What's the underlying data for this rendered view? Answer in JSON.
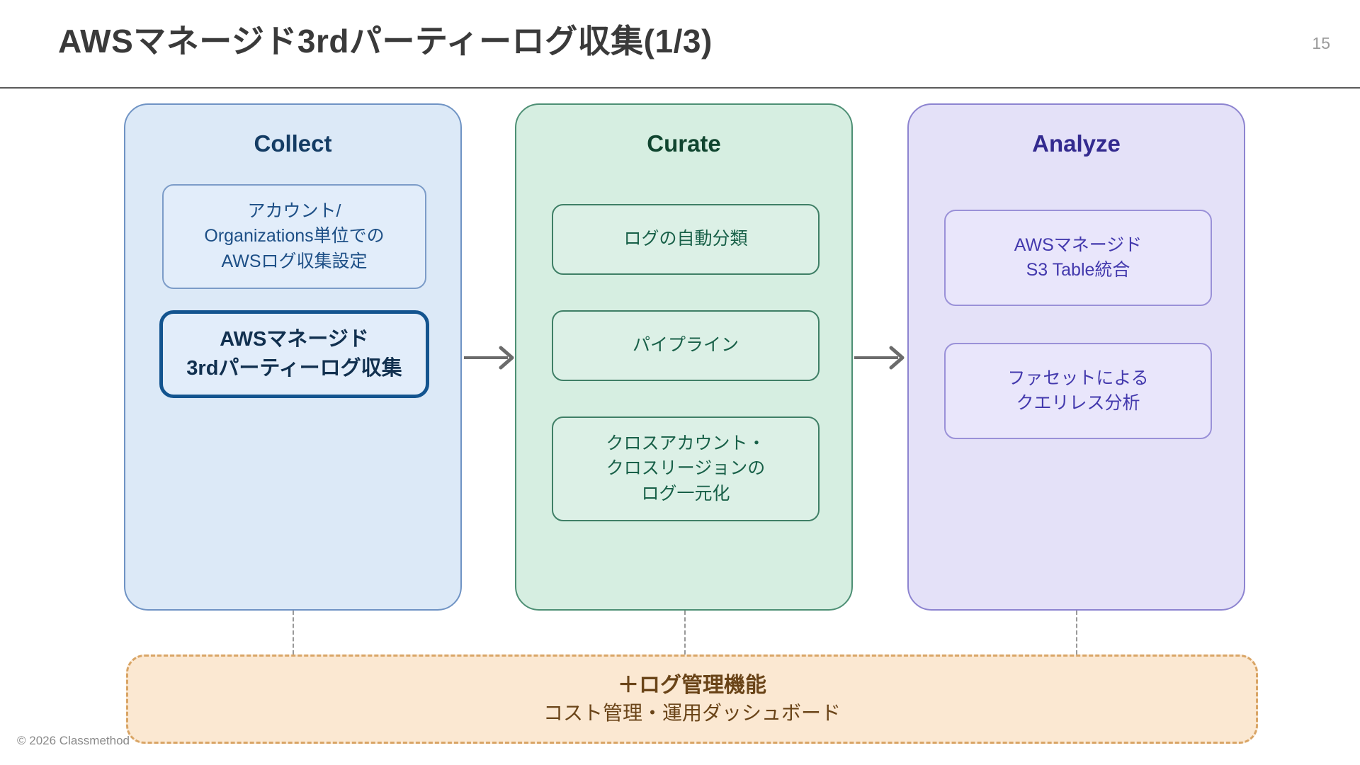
{
  "slide": {
    "title": "AWSマネージド3rdパーティーログ収集(1/3)",
    "page_number": "15",
    "copyright": "© 2026 Classmethod"
  },
  "colors": {
    "collect_fill": "#dce9f7",
    "collect_border": "#6f93c4",
    "collect_text": "#143c64",
    "curate_fill": "#d6eee1",
    "curate_border": "#4d8f74",
    "curate_text": "#10452f",
    "analyze_fill": "#e4e1f8",
    "analyze_border": "#8d84d0",
    "analyze_text": "#332a8f",
    "highlight_border": "#13548f",
    "banner_fill": "#fbe8d2",
    "banner_border": "#d9a566",
    "banner_text": "#6a4418",
    "arrow": "#6b6b6b"
  },
  "columns": [
    {
      "id": "collect",
      "title": "Collect",
      "boxes": [
        {
          "text": "アカウント/\nOrganizations単位での\nAWSログ収集設定",
          "highlight": false
        },
        {
          "text": "AWSマネージド\n3rdパーティーログ収集",
          "highlight": true
        }
      ]
    },
    {
      "id": "curate",
      "title": "Curate",
      "boxes": [
        {
          "text": "ログの自動分類",
          "highlight": false
        },
        {
          "text": "パイプライン",
          "highlight": false
        },
        {
          "text": "クロスアカウント・\nクロスリージョンの\nログ一元化",
          "highlight": false
        }
      ]
    },
    {
      "id": "analyze",
      "title": "Analyze",
      "boxes": [
        {
          "text": "AWSマネージド\nS3 Table統合",
          "highlight": false
        },
        {
          "text": "ファセットによる\nクエリレス分析",
          "highlight": false
        }
      ]
    }
  ],
  "arrows": [
    {
      "name": "arrow-collect-to-curate"
    },
    {
      "name": "arrow-curate-to-analyze"
    }
  ],
  "banner": {
    "line1": "＋ログ管理機能",
    "line2": "コスト管理・運用ダッシュボード"
  }
}
